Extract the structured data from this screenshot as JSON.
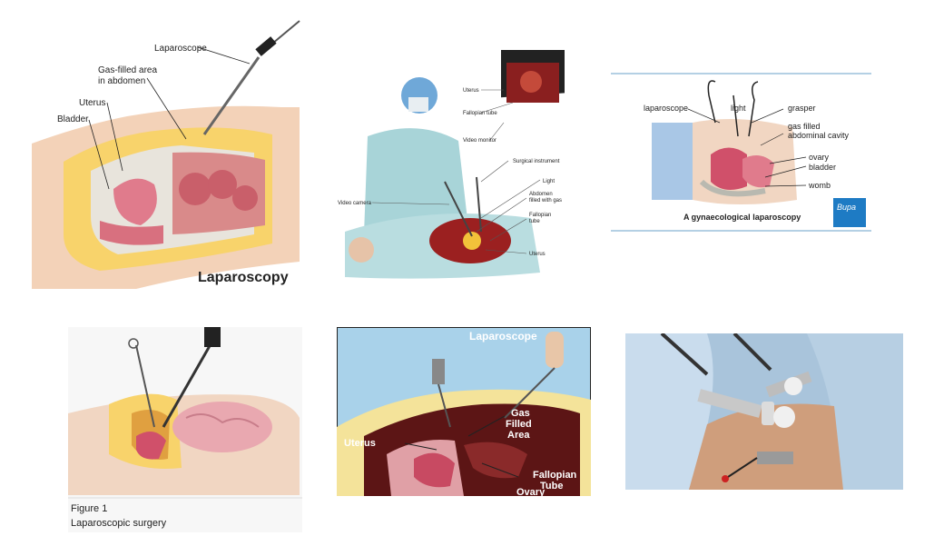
{
  "panels": [
    {
      "labels": {
        "laparoscope": "Laparoscope",
        "gas_area_1": "Gas-filled area",
        "gas_area_2": "in abdomen",
        "uterus": "Uterus",
        "bladder": "Bladder",
        "title": "Laparoscopy"
      }
    },
    {
      "labels": {
        "uterus": "Uterus",
        "fallopian_tube": "Fallopian tube",
        "video_monitor": "Video monitor",
        "surgical_instrument": "Surgical instrument",
        "light": "Light",
        "abdomen_1": "Abdomen",
        "abdomen_2": "filled with gas",
        "fallopian_tube_2a": "Fallopian",
        "fallopian_tube_2b": "tube",
        "video_camera": "Video camera",
        "uterus_2": "Uterus"
      }
    },
    {
      "labels": {
        "laparoscope": "laparoscope",
        "light": "light",
        "grasper": "grasper",
        "gas_1": "gas filled",
        "gas_2": "abdominal cavity",
        "ovary": "ovary",
        "bladder": "bladder",
        "womb": "womb",
        "caption": "A gynaecological laparoscopy",
        "logo": "Bupa"
      }
    },
    {
      "labels": {
        "figure": "Figure 1",
        "caption": "Laparoscopic surgery"
      }
    },
    {
      "labels": {
        "laparoscope": "Laparoscope",
        "gas_1": "Gas",
        "gas_2": "Filled",
        "gas_3": "Area",
        "uterus": "Uterus",
        "fallopian_1": "Fallopian",
        "fallopian_2": "Tube",
        "ovary": "Ovary"
      }
    },
    {
      "labels": {}
    }
  ]
}
